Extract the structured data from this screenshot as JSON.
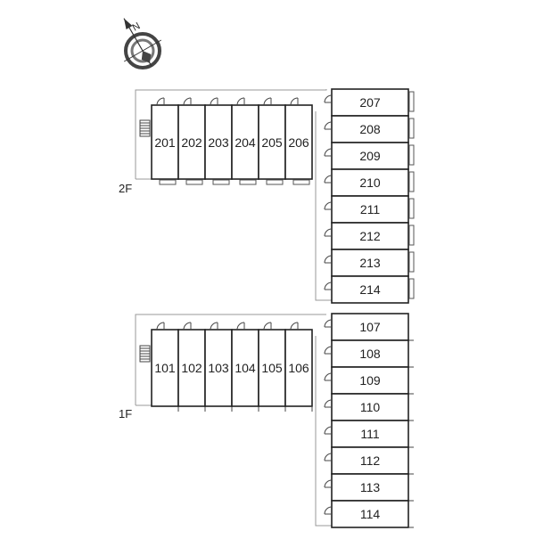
{
  "compass": {
    "label": "N",
    "icon": "compass-rose-icon"
  },
  "floors": [
    {
      "label": "2F",
      "row_units": [
        "201",
        "202",
        "203",
        "204",
        "205",
        "206"
      ],
      "column_units": [
        "207",
        "208",
        "209",
        "210",
        "211",
        "212",
        "213",
        "214"
      ]
    },
    {
      "label": "1F",
      "row_units": [
        "101",
        "102",
        "103",
        "104",
        "105",
        "106"
      ],
      "column_units": [
        "107",
        "108",
        "109",
        "110",
        "111",
        "112",
        "113",
        "114"
      ]
    }
  ],
  "colors": {
    "line": "#222222",
    "corridor": "#999999",
    "background": "#ffffff"
  }
}
